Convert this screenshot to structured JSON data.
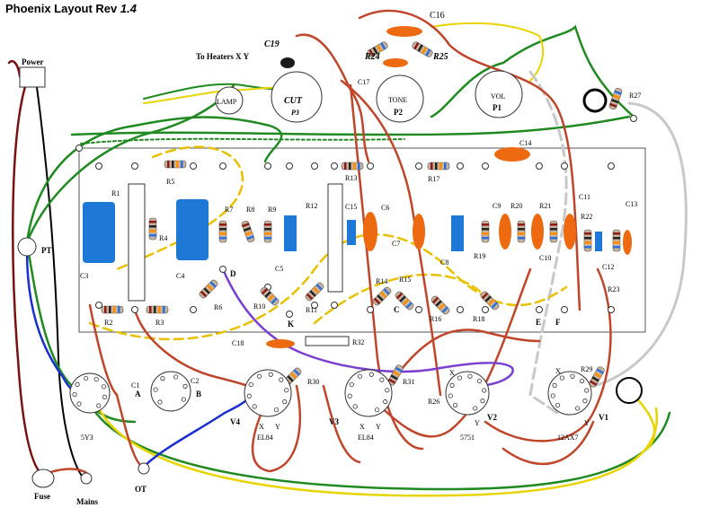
{
  "title": "Phoenix Layout Rev",
  "title_version": "1.4",
  "heaters_label": "To Heaters X Y",
  "labels": {
    "power": "Power",
    "pt": "PT",
    "fuse": "Fuse",
    "mains": "Mains",
    "ot": "OT",
    "lamp": "LAMP",
    "cut": "CUT",
    "p3": "P3",
    "tone": "TONE",
    "p2": "P2",
    "vol": "VOL",
    "p1": "P1",
    "c1": "C1",
    "c2": "C2",
    "c3": "C3",
    "c4": "C4",
    "c5": "C5",
    "c6": "C6",
    "c7": "C7",
    "c8": "C8",
    "c9": "C9",
    "c10": "C10",
    "c11": "C11",
    "c12": "C12",
    "c13": "C13",
    "c14": "C14",
    "c15": "C15",
    "c16": "C16",
    "c17": "C17",
    "c18": "C18",
    "c19": "C19",
    "r1": "R1",
    "r2": "R2",
    "r3": "R3",
    "r4": "R4",
    "r5": "R5",
    "r6": "R6",
    "r7": "R7",
    "r8": "R8",
    "r9": "R9",
    "r10": "R10",
    "r11": "R11",
    "r12": "R12",
    "r13": "R13",
    "r14": "R14",
    "r15": "R15",
    "r16": "R16",
    "r17": "R17",
    "r18": "R18",
    "r19": "R19",
    "r20": "R20",
    "r21": "R21",
    "r22": "R22",
    "r23": "R23",
    "r24": "R24",
    "r25": "R25",
    "r26": "R26",
    "r27": "R27",
    "r29": "R29",
    "r30": "R30",
    "r31": "R31",
    "r32": "R32",
    "pt_a": "A",
    "pt_b": "B",
    "pt_d": "D",
    "pt_k": "K",
    "pt_c": "C",
    "pt_e": "E",
    "pt_f": "F",
    "v1": "V1",
    "v2": "V2",
    "v3": "V3",
    "v4": "V4",
    "tube_5y3": "5Y3",
    "tube_el84_a": "EL84",
    "tube_el84_b": "EL84",
    "tube_5751": "5751",
    "tube_12ax7": "12AX7",
    "x": "X",
    "y": "Y"
  },
  "colors": {
    "wire_red": "#c0452a",
    "wire_green": "#1f8a1f",
    "wire_yellow": "#e8d400",
    "wire_dash_yellow": "#e8c000",
    "wire_purple": "#7a3fd0",
    "wire_blue": "#1a2fd0",
    "wire_grey": "#c8c8c8",
    "wire_darkred": "#7a1010",
    "cap_blue": "#1e78d6",
    "cap_orange": "#ee6a10",
    "board_border": "#555555"
  }
}
